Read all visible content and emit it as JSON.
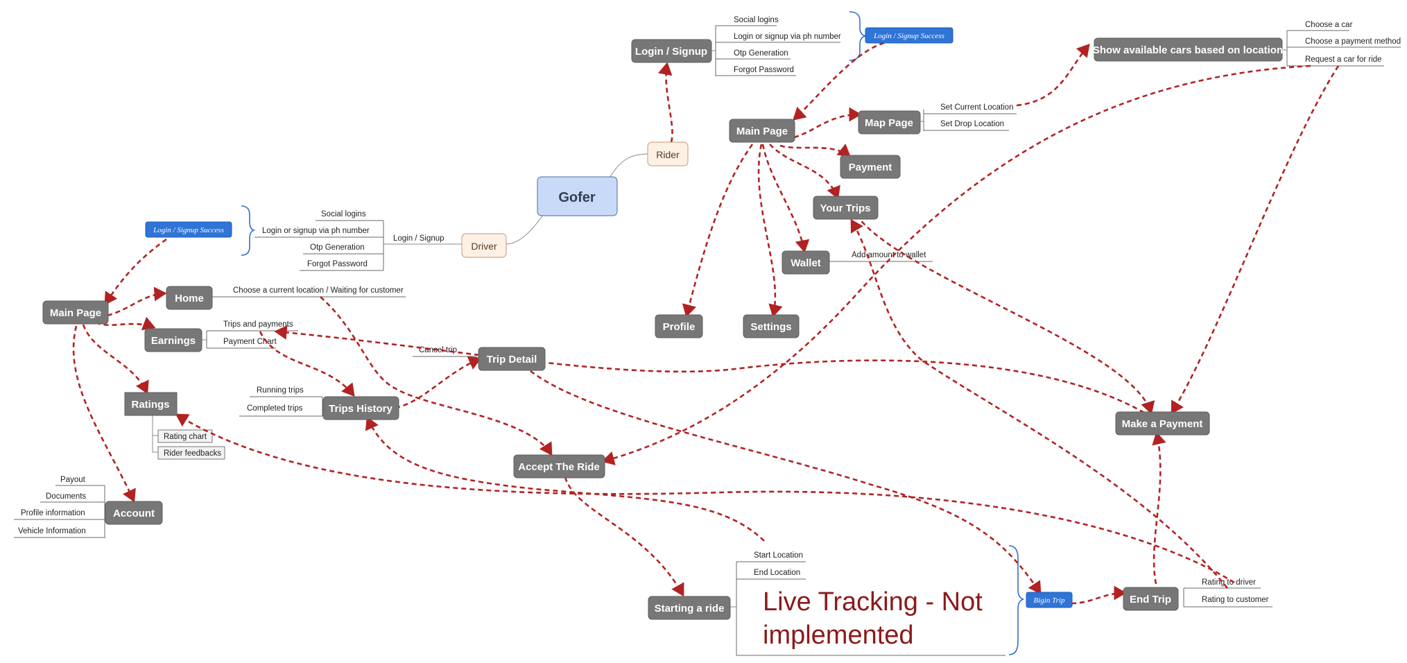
{
  "root": "Gofer",
  "rider": {
    "label": "Rider",
    "login": "Login / Signup",
    "login_options": [
      "Social logins",
      "Login or signup via ph number",
      "Otp Generation",
      "Forgot Password"
    ],
    "login_success": "Login / Signup Success",
    "main_page": "Main Page",
    "map_page": "Map Page",
    "map_options": [
      "Set Current Location",
      "Set Drop Location"
    ],
    "show_cars": "Show available cars based on location",
    "car_options": [
      "Choose a car",
      "Choose a payment method",
      "Request a car for ride"
    ],
    "payment": "Payment",
    "your_trips": "Your Trips",
    "wallet": "Wallet",
    "wallet_option": "Add amount to wallet",
    "profile": "Profile",
    "settings": "Settings"
  },
  "driver": {
    "label": "Driver",
    "login_label": "Login / Signup",
    "login_options": [
      "Social logins",
      "Login or signup via ph number",
      "Otp Generation",
      "Forgot Password"
    ],
    "login_success": "Login / Signup Success",
    "main_page": "Main Page",
    "home": "Home",
    "home_option": "Choose a current location / Waiting for customer",
    "earnings": "Earnings",
    "earnings_options": [
      "Trips and payments",
      "Payment Chart"
    ],
    "ratings": "Ratings",
    "ratings_options": [
      "Rating chart",
      "Rider feedbacks"
    ],
    "account": "Account",
    "account_options": [
      "Payout",
      "Documents",
      "Profile information",
      "Vehicle Information"
    ],
    "trips_history": "Trips History",
    "trips_options": [
      "Running trips",
      "Completed trips"
    ],
    "trip_detail": "Trip Detail",
    "cancel_trip": "Cancel trip"
  },
  "flow": {
    "accept_ride": "Accept The Ride",
    "starting_ride": "Starting a ride",
    "ride_options": [
      "Start Location",
      "End Location"
    ],
    "live_tracking": [
      "Live Tracking - Not",
      "implemented"
    ],
    "begin_trip": "Bigin Trip",
    "end_trip": "End Trip",
    "end_options": [
      "Rating to driver",
      "Rating to customer"
    ],
    "make_payment": "Make a Payment"
  },
  "colors": {
    "node": "#777777",
    "arrow": "#b22222",
    "badge": "#2f74d6",
    "root_fill": "#c9daf8",
    "live_text": "#8b1a1a"
  }
}
